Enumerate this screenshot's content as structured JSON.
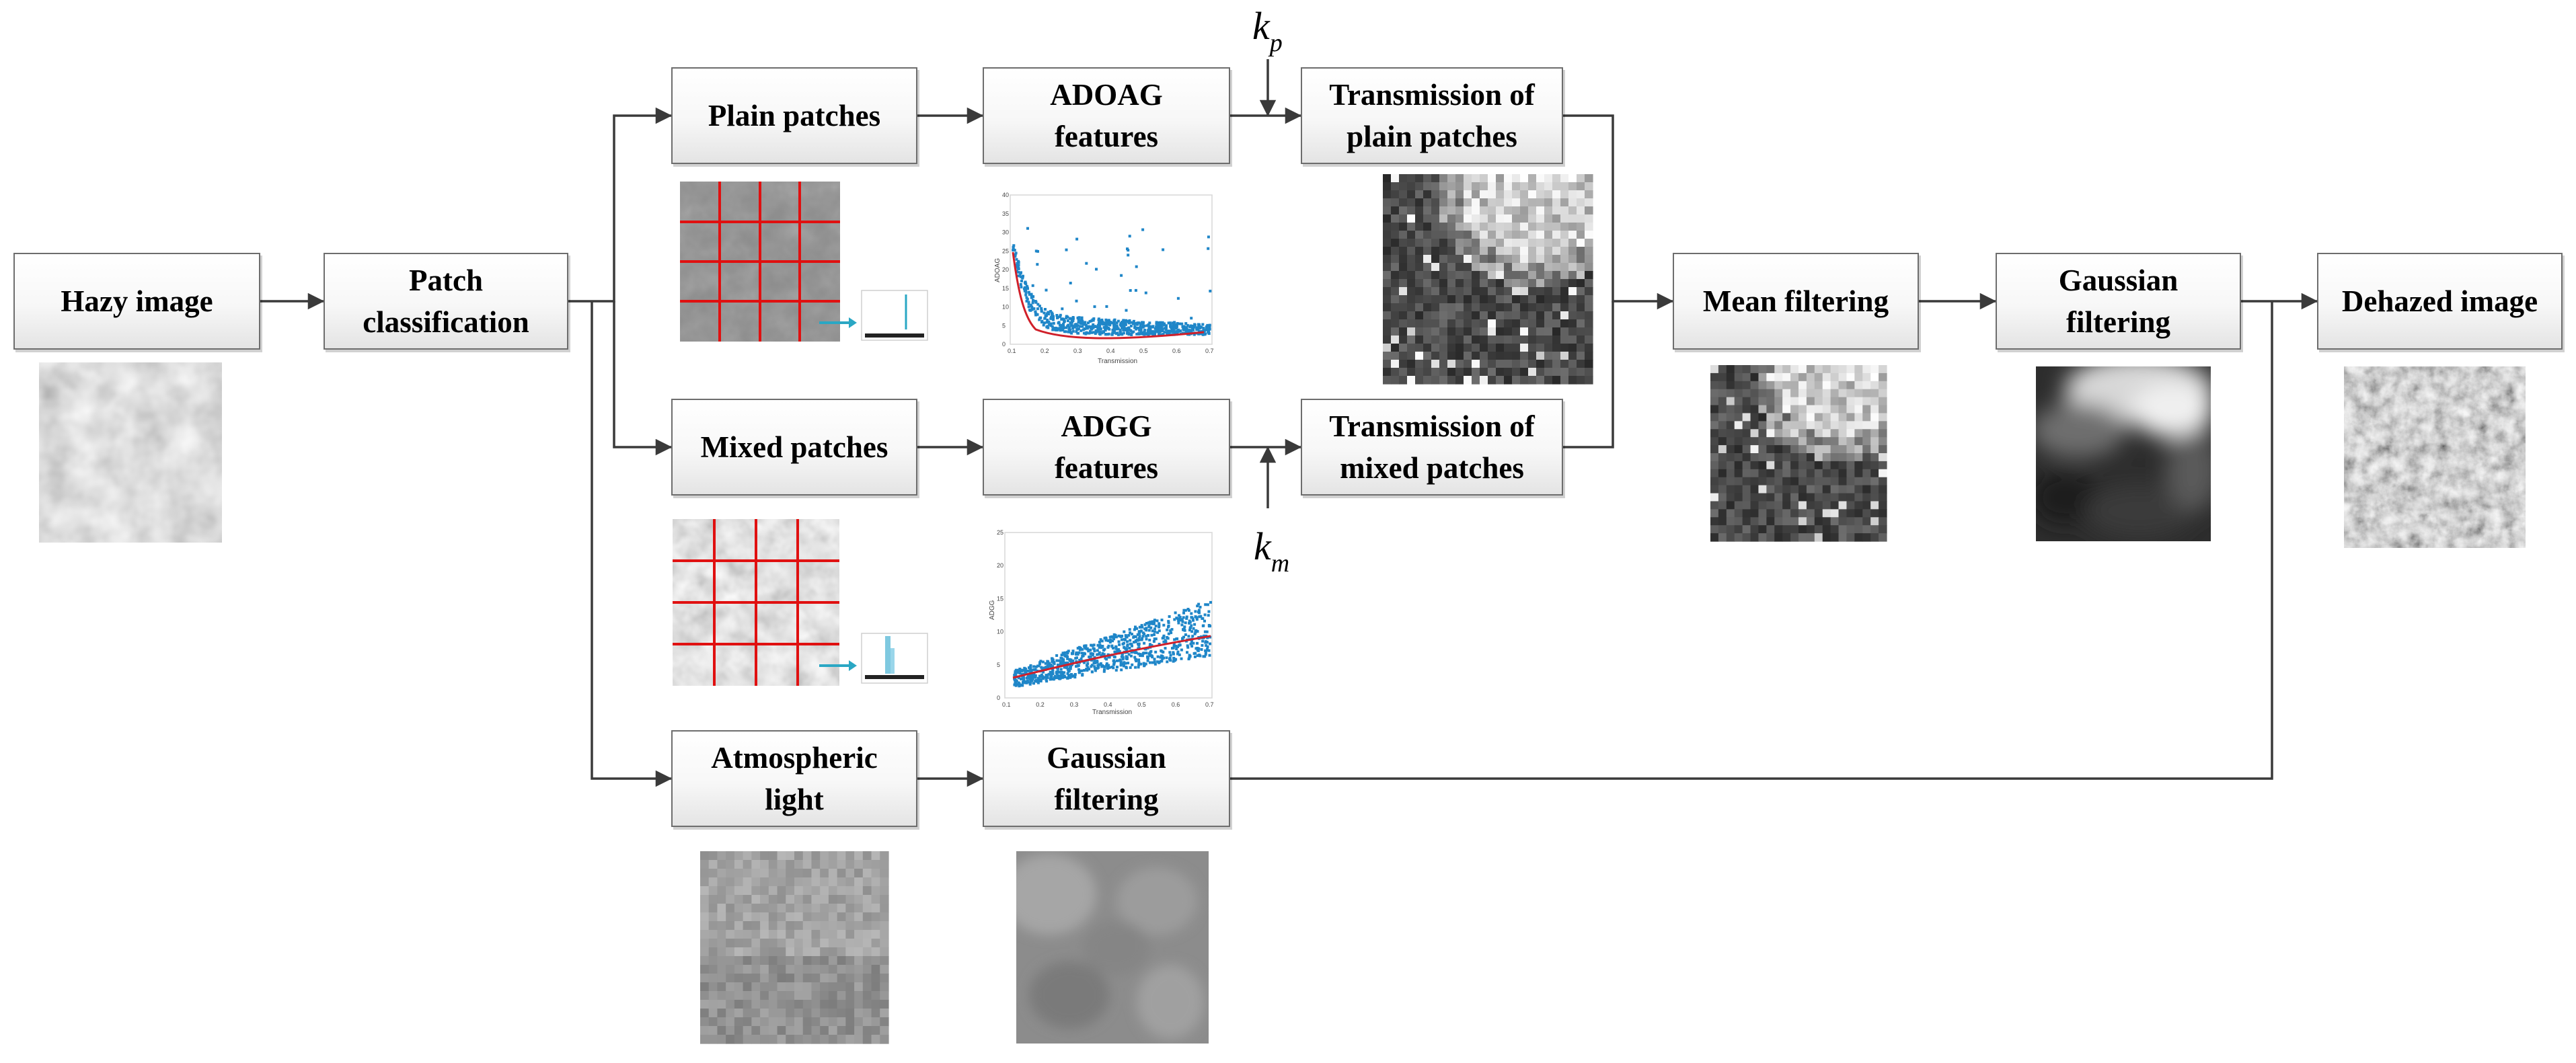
{
  "boxes": {
    "hazy": "Hazy image",
    "patch": "Patch\nclassification",
    "plain": "Plain patches",
    "mixed": "Mixed patches",
    "atmos": "Atmospheric\nlight",
    "adoag": "ADOAG\nfeatures",
    "adgg": "ADGG\nfeatures",
    "gauss1": "Gaussian\nfiltering",
    "tplain": "Transmission of\nplain patches",
    "tmixed": "Transmission of\nmixed patches",
    "mean": "Mean filtering",
    "gauss2": "Gaussian\nfiltering",
    "dehazed": "Dehazed image"
  },
  "params": {
    "kp": {
      "base": "k",
      "sub": "p"
    },
    "km": {
      "base": "k",
      "sub": "m"
    }
  },
  "plots": {
    "adoag": {
      "ylabel": "ADOAG",
      "xlabel": "Transmission",
      "yticks": [
        "0",
        "5",
        "10",
        "15",
        "20",
        "25",
        "30",
        "35",
        "40"
      ],
      "xticks": [
        "0.1",
        "0.2",
        "0.3",
        "0.4",
        "0.5",
        "0.6",
        "0.7"
      ]
    },
    "adgg": {
      "ylabel": "ADGG",
      "xlabel": "Transmission",
      "yticks": [
        "0",
        "5",
        "10",
        "15",
        "20",
        "25"
      ],
      "xticks": [
        "0.1",
        "0.2",
        "0.3",
        "0.4",
        "0.5",
        "0.6",
        "0.7"
      ]
    }
  },
  "colors": {
    "box_border": "#6d6d6d",
    "arrow": "#3a3a3a",
    "grid_line": "#e00000",
    "scatter": "#1f86c8",
    "fit_line": "#d0202a",
    "arrow_teal": "#2aa7c4"
  }
}
